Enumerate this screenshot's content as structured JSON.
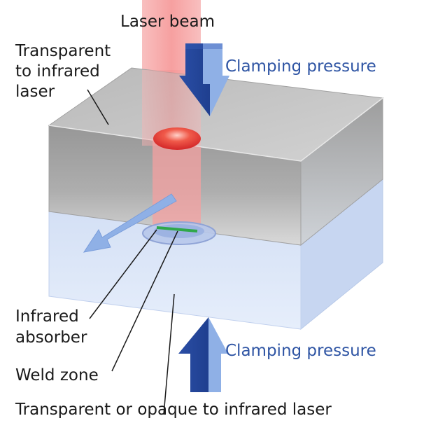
{
  "diagram": {
    "labels": {
      "laser_beam": "Laser beam",
      "transparent_top": [
        "Transparent",
        "to infrared",
        "laser"
      ],
      "clamping_top": "Clamping pressure",
      "clamping_bottom": "Clamping pressure",
      "infrared_absorber": [
        "Infrared",
        "absorber"
      ],
      "weld_zone": "Weld zone",
      "bottom_material": "Transparent or opaque to infrared laser"
    },
    "colors": {
      "top_block_front": "#8a8a8a",
      "top_block_top": "#c9c9c9",
      "bottom_block_front": "#dfe8f8",
      "bottom_block_side": "#c6d5f0",
      "laser_beam": "#f4a0a0",
      "melt_spot": "#e84040",
      "arrow_blue": "#2c4fa3",
      "arrow_light": "#8fb0e6",
      "weld_line": "#2fa84a",
      "label_blue": "#2f55a4"
    }
  }
}
